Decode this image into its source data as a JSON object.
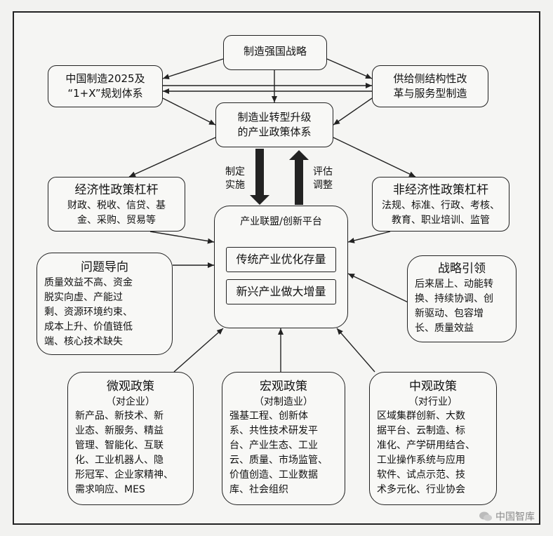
{
  "nodes": {
    "top": "制造强国战略",
    "left_top_1": "中国制造2025及",
    "left_top_2": "“1+X”规划体系",
    "right_top_1": "供给侧结构性改",
    "right_top_2": "革与服务型制造",
    "center_1": "制造业转型升级",
    "center_2": "的产业政策体系",
    "econ_title": "经济性政策杠杆",
    "econ_body_1": "财政、税收、信贷、基",
    "econ_body_2": "金、采购、贸易等",
    "nonecon_title": "非经济性政策杠杆",
    "nonecon_body_1": "法规、标准、行政、考核、",
    "nonecon_body_2": "教育、职业培训、监管",
    "platform_title": "产业联盟/创新平台",
    "platform_item_1": "传统产业优化存量",
    "platform_item_2": "新兴产业做大增量",
    "problem_title": "问题导向",
    "problem_lines": [
      "质量效益不高、资金",
      "脱实向虚、产能过",
      "剩、资源环境约束、",
      "成本上升、价值链低",
      "端、核心技术缺失"
    ],
    "strategy_title": "战略引领",
    "strategy_lines": [
      "后来居上、动能转",
      "换、持续协调、创",
      "新驱动、包容增",
      "长、质量效益"
    ],
    "micro_title": "微观政策",
    "micro_sub": "（对企业）",
    "micro_lines": [
      "新产品、新技术、新",
      "业态、新服务、精益",
      "管理、智能化、互联",
      "化、工业机器人、隐",
      "形冠军、企业家精神、",
      "需求响应、MES"
    ],
    "macro_title": "宏观政策",
    "macro_sub": "（对制造业）",
    "macro_lines": [
      "强基工程、创新体",
      "系、共性技术研发平",
      "台、产业生态、工业",
      "云、质量、市场监管、",
      "价值创造、工业数据",
      "库、社会组织"
    ],
    "meso_title": "中观政策",
    "meso_sub": "（对行业）",
    "meso_lines": [
      "区域集群创新、大数",
      "据平台、云制造、标",
      "准化、产学研用结合、",
      "工业操作系统与应用",
      "软件、试点示范、技",
      "术多元化、行业协会"
    ]
  },
  "labels": {
    "down_1": "制定",
    "down_2": "实施",
    "up_1": "评估",
    "up_2": "调整"
  },
  "watermark": "中国智库"
}
